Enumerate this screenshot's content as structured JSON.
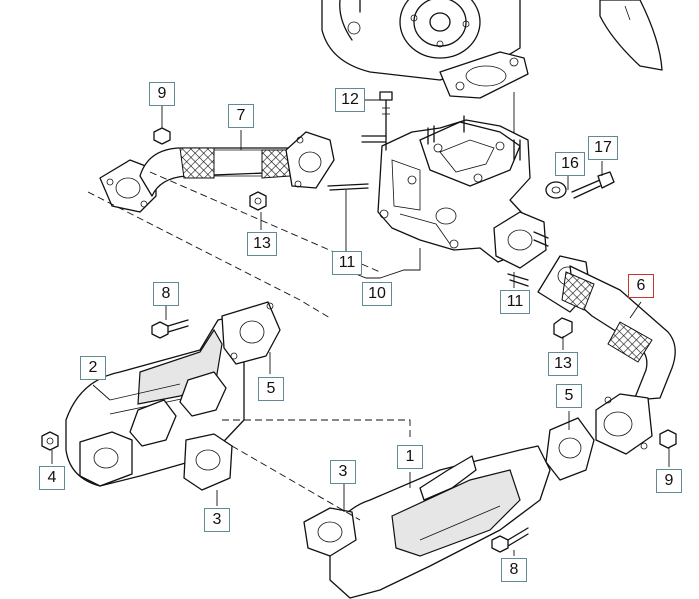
{
  "callouts": [
    {
      "id": "c9a",
      "label": "9"
    },
    {
      "id": "c7",
      "label": "7"
    },
    {
      "id": "c12",
      "label": "12"
    },
    {
      "id": "c16",
      "label": "16"
    },
    {
      "id": "c17",
      "label": "17"
    },
    {
      "id": "c13a",
      "label": "13"
    },
    {
      "id": "c11a",
      "label": "11"
    },
    {
      "id": "c10",
      "label": "10"
    },
    {
      "id": "c6",
      "label": "6",
      "highlight": true
    },
    {
      "id": "c11b",
      "label": "11"
    },
    {
      "id": "c8a",
      "label": "8"
    },
    {
      "id": "c2",
      "label": "2"
    },
    {
      "id": "c13b",
      "label": "13"
    },
    {
      "id": "c5a",
      "label": "5"
    },
    {
      "id": "c5b",
      "label": "5"
    },
    {
      "id": "c4",
      "label": "4"
    },
    {
      "id": "c3a",
      "label": "3"
    },
    {
      "id": "c1",
      "label": "1"
    },
    {
      "id": "c3b",
      "label": "3"
    },
    {
      "id": "c9b",
      "label": "9"
    },
    {
      "id": "c8b",
      "label": "8"
    }
  ],
  "colors": {
    "callout_border": "#5f8a96",
    "callout_highlight_border": "#c0392b",
    "line": "#111111"
  }
}
